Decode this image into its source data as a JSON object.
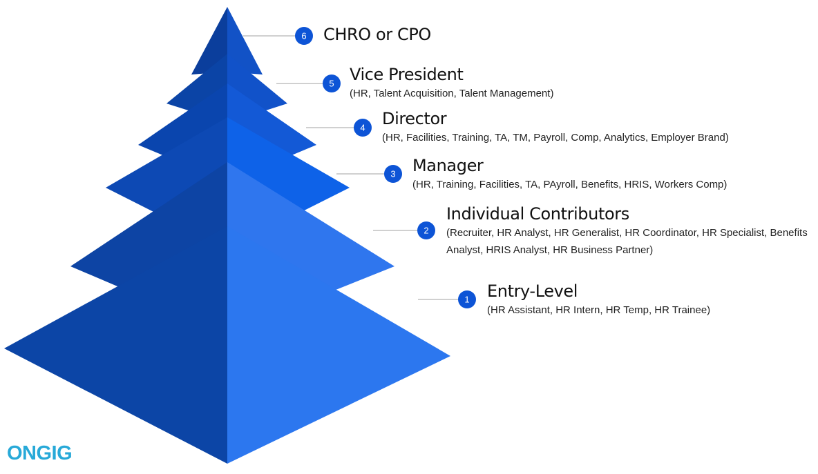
{
  "colors": {
    "left": [
      "#0b3e9c",
      "#0b44a6",
      "#0a45ae",
      "#0d49b4",
      "#0d44a4",
      "#0c45a6"
    ],
    "right": [
      "#1252c6",
      "#1152c9",
      "#1359d6",
      "#0e62e8",
      "#2f76ee",
      "#2c77ef"
    ],
    "badge": "#0d54d6",
    "connector": "#b5b5b5",
    "logo": "#27a9d8"
  },
  "levels": [
    {
      "number": "6",
      "title": "CHRO or CPO",
      "subtitle": ""
    },
    {
      "number": "5",
      "title": "Vice President",
      "subtitle": "(HR, Talent Acquisition, Talent Management)"
    },
    {
      "number": "4",
      "title": "Director",
      "subtitle": "(HR, Facilities, Training, TA, TM, Payroll, Comp, Analytics, Employer Brand)"
    },
    {
      "number": "3",
      "title": "Manager",
      "subtitle": "(HR, Training, Facilities, TA, PAyroll, Benefits, HRIS, Workers Comp)"
    },
    {
      "number": "2",
      "title": "Individual Contributors",
      "subtitle": "(Recruiter, HR Analyst, HR Generalist, HR Coordinator, HR Specialist, Benefits Analyst, HRIS Analyst, HR Business Partner)"
    },
    {
      "number": "1",
      "title": "Entry-Level",
      "subtitle": "(HR Assistant, HR Intern, HR Temp, HR Trainee)"
    }
  ],
  "logo": {
    "text": "ONGIG"
  }
}
